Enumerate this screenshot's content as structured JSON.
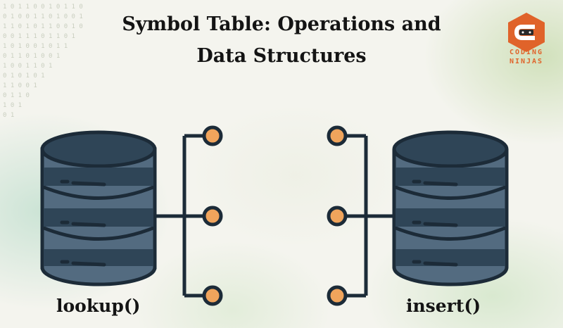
{
  "title": {
    "line1": "Symbol Table: Operations and",
    "line2": "Data Structures"
  },
  "logo": {
    "line1": "CODING",
    "line2": "NINJAS",
    "icon": "coding-ninjas-logo-icon"
  },
  "left_database": {
    "label": "lookup()",
    "icon": "database-icon"
  },
  "right_database": {
    "label": "insert()",
    "icon": "database-icon"
  },
  "colors": {
    "database_fill": "#2f4557",
    "database_band": "#536b80",
    "database_stroke": "#1c2b38",
    "node_fill": "#f0a45c",
    "logo_orange": "#e0632a",
    "title_text": "#141414"
  }
}
